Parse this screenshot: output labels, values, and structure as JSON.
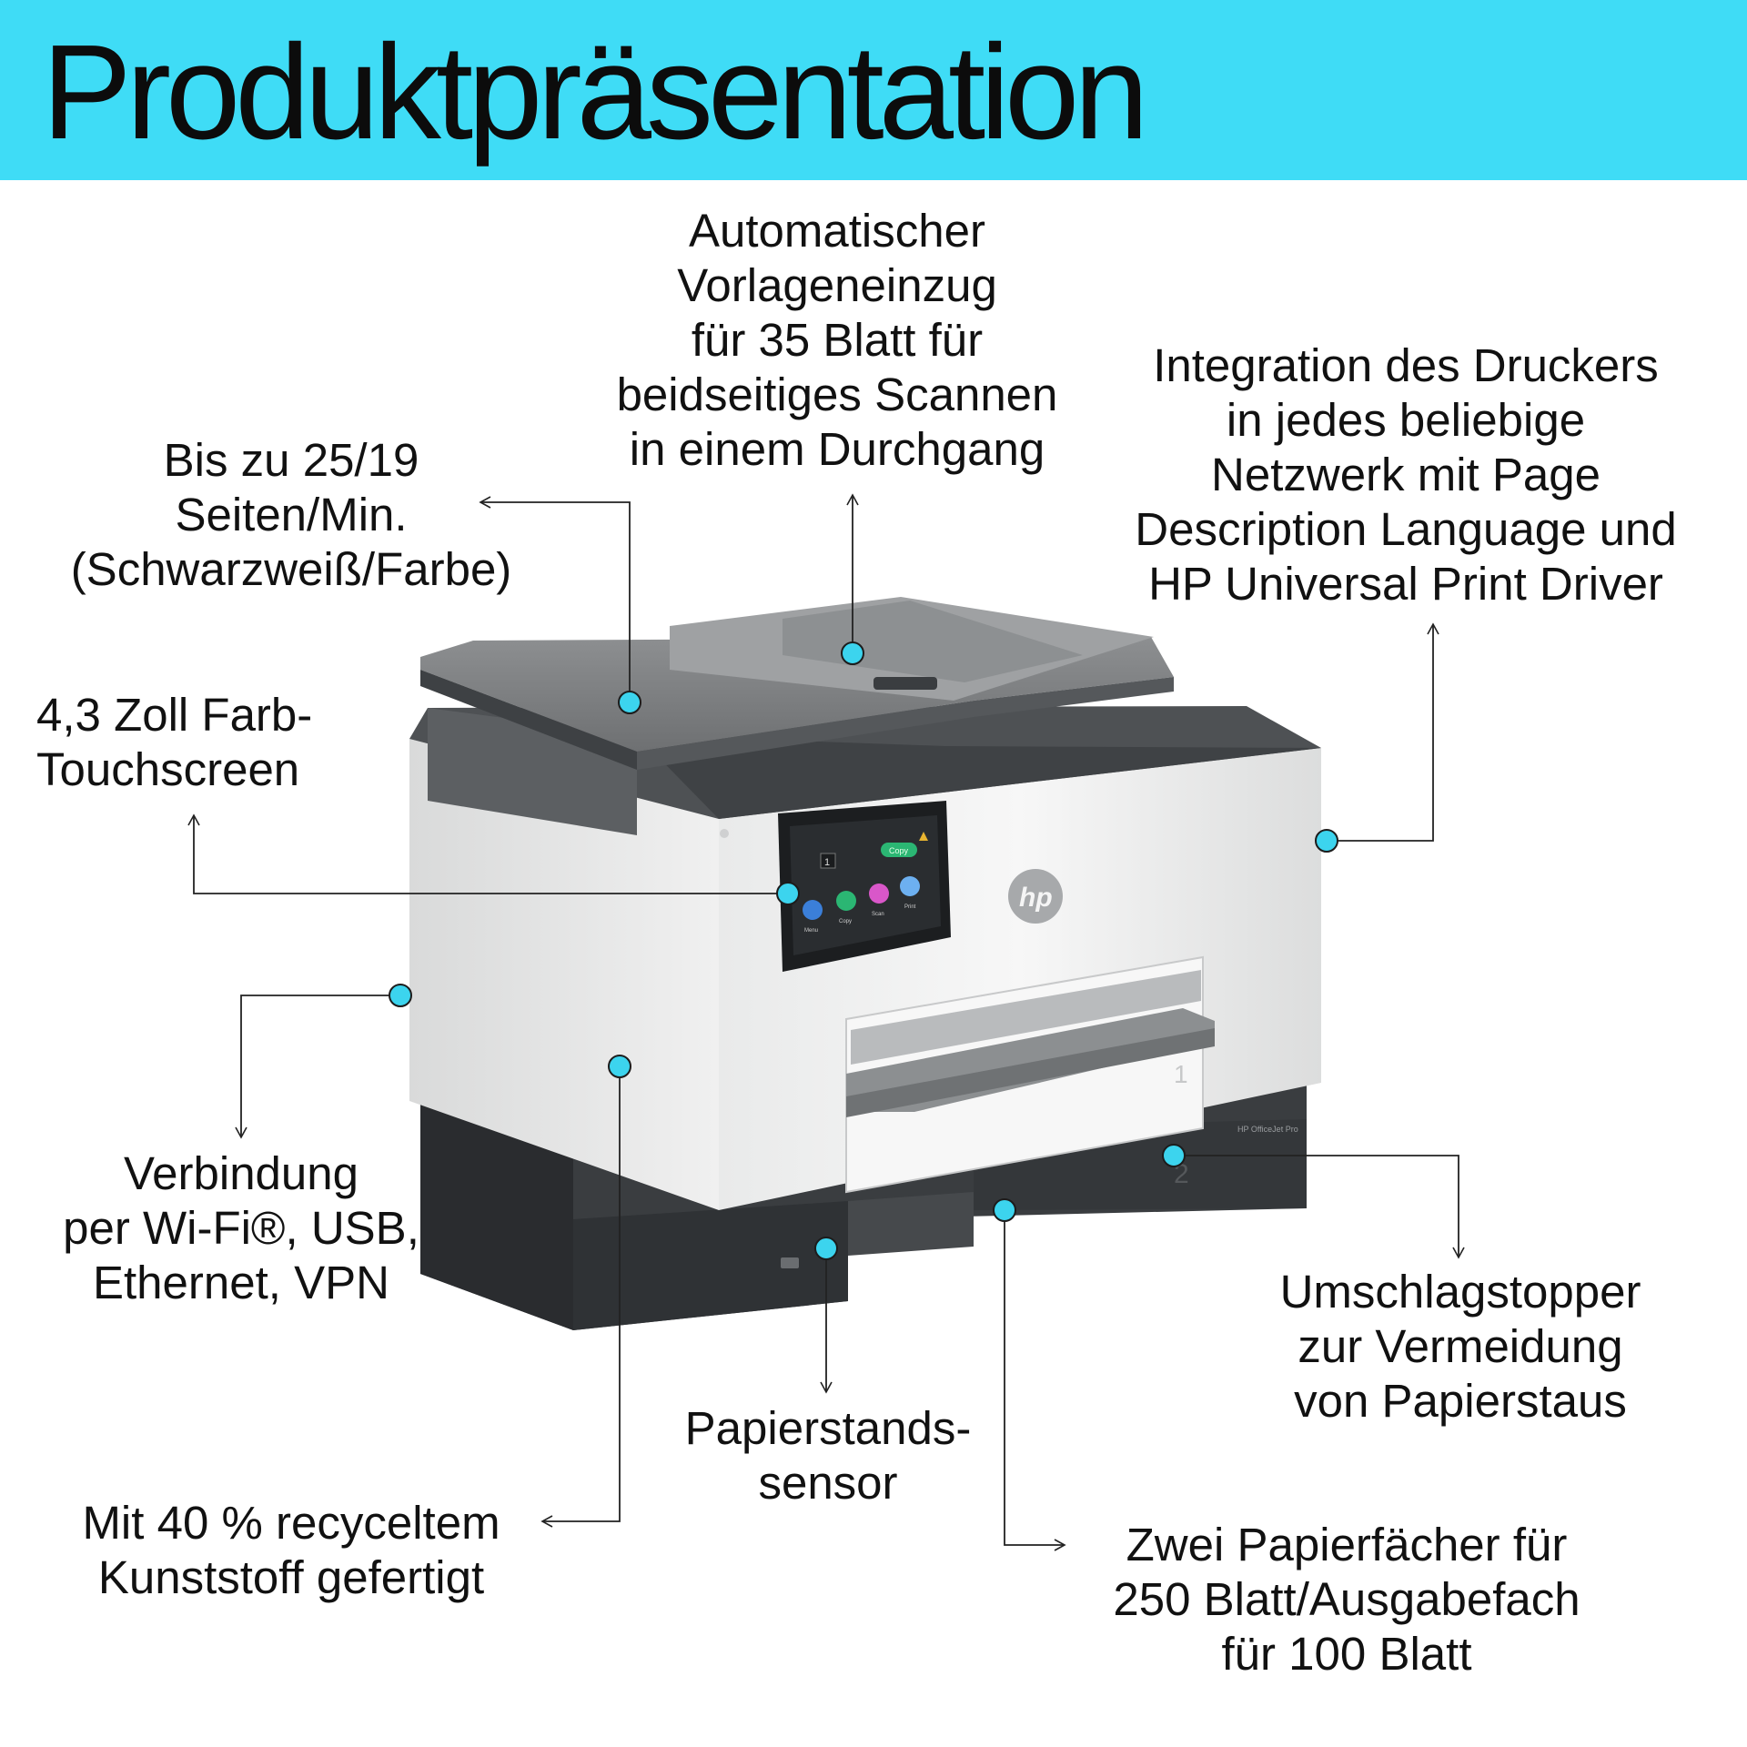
{
  "banner": {
    "title": "Produktpräsentation",
    "color": "#3fdcf6"
  },
  "accent_dot_color": "#3cd4ee",
  "callouts": {
    "speed": {
      "lines": [
        "Bis zu 25/19",
        "Seiten/Min.",
        "(Schwarzweiß/Farbe)"
      ]
    },
    "adf": {
      "lines": [
        "Automatischer",
        "Vorlageneinzug",
        "für 35 Blatt für",
        "beidseitiges Scannen",
        "in einem Durchgang"
      ]
    },
    "network": {
      "lines": [
        "Integration des Druckers",
        "in jedes beliebige",
        "Netzwerk mit Page",
        "Description Language und",
        "HP Universal Print Driver"
      ]
    },
    "touchscreen": {
      "lines": [
        "4,3 Zoll Farb-",
        "Touchscreen"
      ]
    },
    "connectivity": {
      "lines": [
        "Verbindung",
        "per Wi-Fi®, USB,",
        "Ethernet, VPN"
      ]
    },
    "recycled": {
      "lines": [
        "Mit 40 % recyceltem",
        "Kunststoff gefertigt"
      ]
    },
    "paper_sensor": {
      "lines": [
        "Papierstands-",
        "sensor"
      ]
    },
    "envelope_stopper": {
      "lines": [
        "Umschlagstopper",
        "zur Vermeidung",
        "von Papierstaus"
      ]
    },
    "trays": {
      "lines": [
        "Zwei Papierfächer für",
        "250 Blatt/Ausgabefach",
        "für 100 Blatt"
      ]
    }
  },
  "product": {
    "brand_logo": "hp",
    "model_label": "HP OfficeJet Pro",
    "screen_labels": [
      "Menu",
      "Copy",
      "Scan",
      "Print"
    ],
    "screen_copy_button": "Copy",
    "screen_counter": "1",
    "tray_numbers": [
      "1",
      "2"
    ]
  }
}
